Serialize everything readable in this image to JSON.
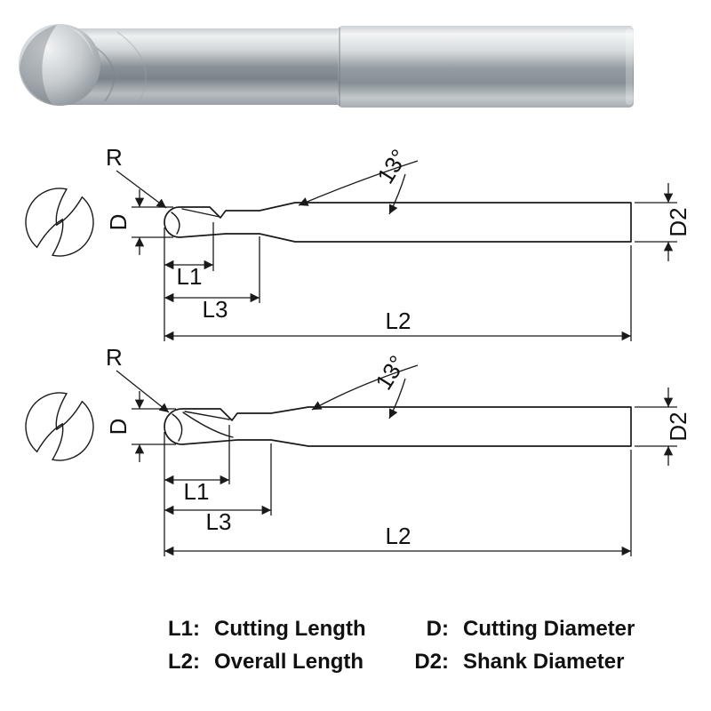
{
  "drawing": {
    "labels": {
      "radius": "R",
      "cutting_diameter": "D",
      "shank_diameter": "D2",
      "cutting_length": "L1",
      "neck_length": "L3",
      "overall_length": "L2",
      "taper_angle": "13°"
    }
  },
  "legend": {
    "rows": [
      {
        "left_key": "L1:",
        "left_value": "Cutting Length",
        "right_key": "D:",
        "right_value": "Cutting Diameter"
      },
      {
        "left_key": "L2:",
        "left_value": "Overall Length",
        "right_key": "D2:",
        "right_value": "Shank Diameter"
      }
    ]
  },
  "colors": {
    "line": "#1a1a1a",
    "background": "#ffffff"
  }
}
